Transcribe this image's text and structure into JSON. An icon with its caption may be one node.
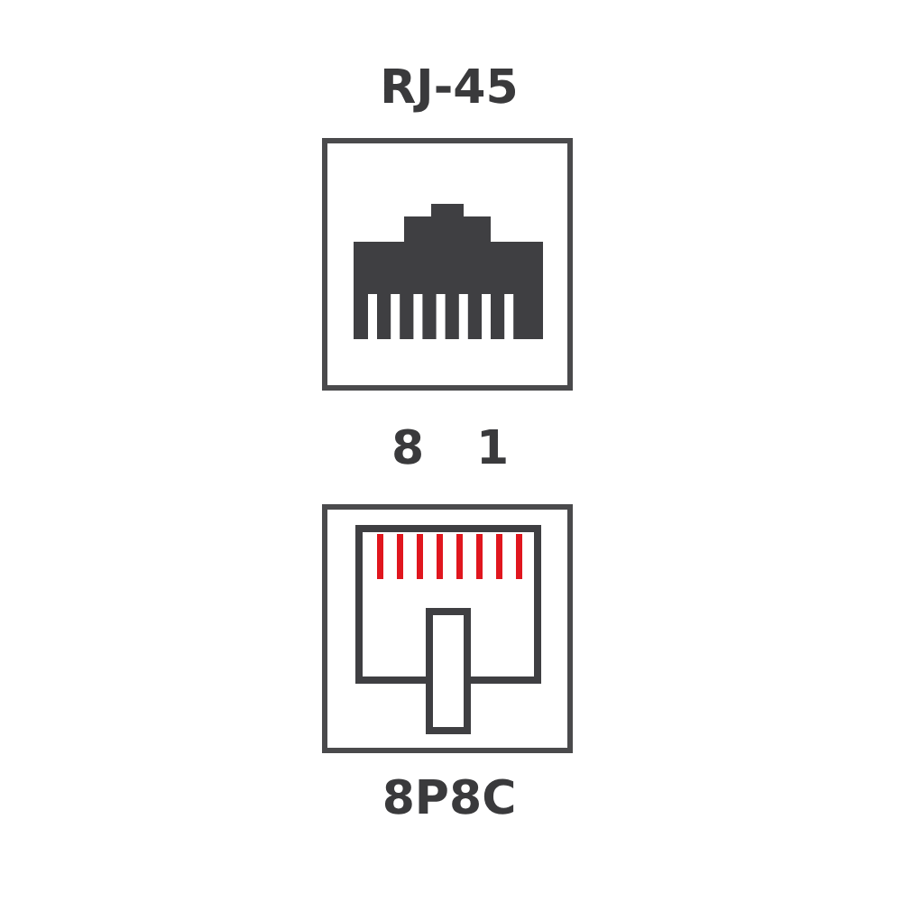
{
  "diagram": {
    "labels": [
      "RJ-45",
      "8",
      "1",
      "8P8C"
    ]
  }
}
